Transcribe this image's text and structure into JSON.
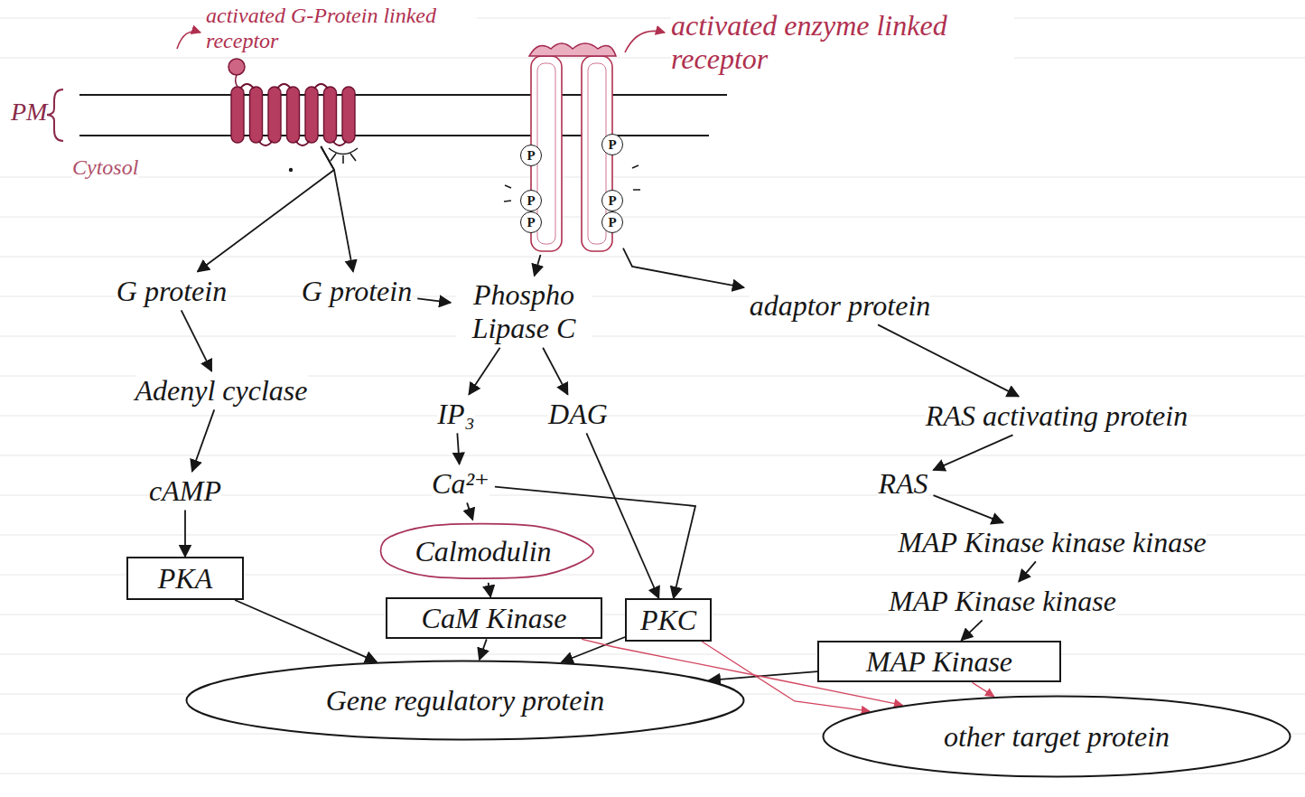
{
  "diagram": {
    "nodes": [
      {
        "text": [
          "activated G-Protein linked receptor"
        ]
      },
      {
        "text": [
          "activated enzyme linked receptor"
        ]
      },
      {
        "text": [
          "P"
        ],
        "in": 1
      },
      {
        "text": [
          "P"
        ],
        "in": 1
      },
      {
        "text": [
          "P"
        ],
        "in": 1
      },
      {
        "text": [
          "P"
        ],
        "in": 1
      },
      {
        "text": [
          "P"
        ],
        "in": 1
      },
      {
        "text": [
          "P"
        ],
        "in": 1
      },
      {
        "text": [
          "G protein"
        ]
      },
      {
        "text": [
          "G protein"
        ]
      },
      {
        "text": [
          "Phospho Lipase C"
        ]
      },
      {
        "text": [
          "adaptor protein"
        ]
      },
      {
        "text": [
          "Adenyl cyclase"
        ]
      },
      {
        "text": [
          "IP₃"
        ]
      },
      {
        "text": [
          "DAG"
        ]
      },
      {
        "text": [
          "RAS activating protein"
        ]
      },
      {
        "text": [
          "cAMP"
        ]
      },
      {
        "text": [
          "Ca²⁺"
        ]
      },
      {
        "text": [
          "RAS"
        ]
      },
      {
        "text": [
          "Calmodulin"
        ]
      },
      {
        "text": [
          "MAP Kinase kinase kinase"
        ]
      },
      {
        "text": [
          "PKA"
        ]
      },
      {
        "text": [
          "CaM Kinase"
        ]
      },
      {
        "text": [
          "PKC"
        ]
      },
      {
        "text": [
          "MAP Kinase kinase"
        ]
      },
      {
        "text": [
          "MAP Kinase"
        ]
      },
      {
        "text": [
          "Gene regulatory protein"
        ]
      },
      {
        "text": [
          "other target protein"
        ]
      }
    ],
    "edges": [
      {
        "from": 0,
        "to": 8,
        "arrow": "to"
      },
      {
        "from": 0,
        "to": 9,
        "arrow": "to"
      },
      {
        "from": 1,
        "to": 10,
        "arrow": "to"
      },
      {
        "from": 1,
        "to": 11,
        "arrow": "to"
      },
      {
        "from": 9,
        "to": 10,
        "arrow": "to"
      },
      {
        "from": 8,
        "to": 12,
        "arrow": "to"
      },
      {
        "from": 12,
        "to": 16,
        "arrow": "to"
      },
      {
        "from": 16,
        "to": 21,
        "arrow": "to"
      },
      {
        "from": 10,
        "to": 13,
        "arrow": "to"
      },
      {
        "from": 10,
        "to": 14,
        "arrow": "to"
      },
      {
        "from": 13,
        "to": 17,
        "arrow": "to"
      },
      {
        "from": 17,
        "to": 19,
        "arrow": "to"
      },
      {
        "from": 19,
        "to": 22,
        "arrow": "to"
      },
      {
        "from": 17,
        "to": 23,
        "arrow": "to"
      },
      {
        "from": 14,
        "to": 23,
        "arrow": "to"
      },
      {
        "from": 11,
        "to": 15,
        "arrow": "to"
      },
      {
        "from": 15,
        "to": 18,
        "arrow": "to"
      },
      {
        "from": 18,
        "to": 20,
        "arrow": "to"
      },
      {
        "from": 20,
        "to": 24,
        "arrow": "to"
      },
      {
        "from": 24,
        "to": 25,
        "arrow": "to"
      },
      {
        "from": 21,
        "to": 26,
        "arrow": "to"
      },
      {
        "from": 22,
        "to": 26,
        "arrow": "to"
      },
      {
        "from": 23,
        "to": 26,
        "arrow": "to"
      },
      {
        "from": 25,
        "to": 26,
        "arrow": "to"
      },
      {
        "from": 22,
        "to": 27,
        "arrow": "to"
      },
      {
        "from": 23,
        "to": 27,
        "arrow": "to"
      },
      {
        "from": 25,
        "to": 27,
        "arrow": "to"
      }
    ],
    "labels": [
      "PM",
      "Cytosol"
    ]
  }
}
